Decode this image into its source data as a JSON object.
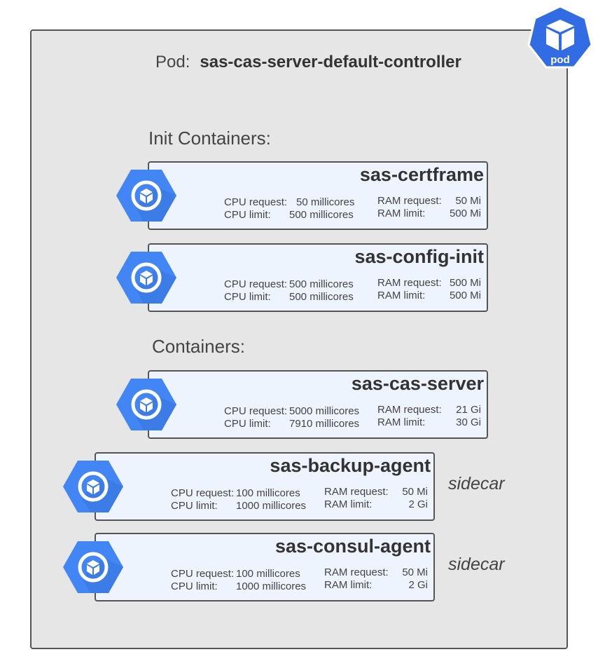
{
  "pod": {
    "label": "Pod:",
    "name": "sas-cas-server-default-controller",
    "badge": "pod",
    "icon": "pod-cube-icon",
    "accent": "#326ce5"
  },
  "sections": {
    "init": "Init Containers:",
    "containers": "Containers:"
  },
  "labels": {
    "cpu_request": "CPU request:",
    "cpu_limit": "CPU limit:",
    "ram_request": "RAM request:",
    "ram_limit": "RAM limit:"
  },
  "containers": [
    {
      "name": "sas-certframe",
      "cpu_request": "50 millicores",
      "cpu_limit": "500 millicores",
      "ram_request": "50 Mi",
      "ram_limit": "500 Mi"
    },
    {
      "name": "sas-config-init",
      "cpu_request": "500 millicores",
      "cpu_limit": "500 millicores",
      "ram_request": "500 Mi",
      "ram_limit": "500 Mi"
    },
    {
      "name": "sas-cas-server",
      "cpu_request": "5000 millicores",
      "cpu_limit": "7910 millicores",
      "ram_request": "21 Gi",
      "ram_limit": "30 Gi"
    },
    {
      "name": "sas-backup-agent",
      "cpu_request": "100 millicores",
      "cpu_limit": "1000 millicores",
      "ram_request": "50 Mi",
      "ram_limit": "2 Gi",
      "tag": "sidecar"
    },
    {
      "name": "sas-consul-agent",
      "cpu_request": "100 millicores",
      "cpu_limit": "1000 millicores",
      "ram_request": "50 Mi",
      "ram_limit": "2 Gi",
      "tag": "sidecar"
    }
  ],
  "colors": {
    "container_icon": "#4285f4",
    "card_fill": "#eef4fd",
    "pod_fill": "#e6e6e6"
  }
}
